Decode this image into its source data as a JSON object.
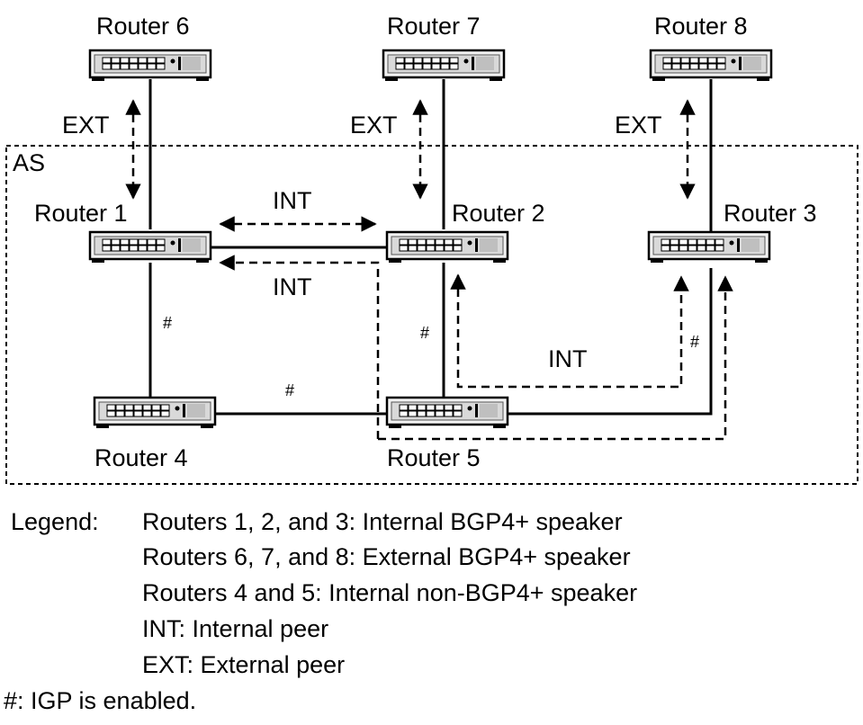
{
  "as_label": "AS",
  "routers": [
    {
      "id": "r6",
      "label": "Router 6"
    },
    {
      "id": "r7",
      "label": "Router 7"
    },
    {
      "id": "r8",
      "label": "Router 8"
    },
    {
      "id": "r1",
      "label": "Router 1"
    },
    {
      "id": "r2",
      "label": "Router 2"
    },
    {
      "id": "r3",
      "label": "Router 3"
    },
    {
      "id": "r4",
      "label": "Router 4"
    },
    {
      "id": "r5",
      "label": "Router 5"
    }
  ],
  "peer_labels": {
    "ext": "EXT",
    "int": "INT",
    "igp": "#"
  },
  "legend": {
    "title": "Legend:",
    "items": [
      "Routers 1, 2, and 3: Internal BGP4+ speaker",
      "Routers 6, 7, and 8: External BGP4+ speaker",
      "Routers 4 and 5: Internal non-BGP4+ speaker",
      "INT: Internal peer",
      "EXT: External peer"
    ],
    "note": "#: IGP is enabled."
  }
}
